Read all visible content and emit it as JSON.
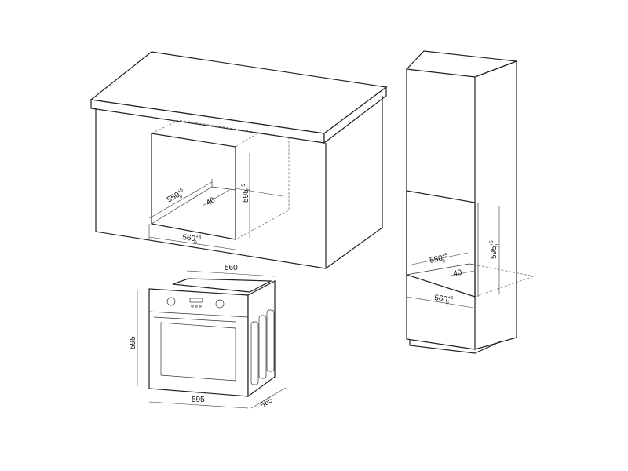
{
  "built_in_cabinet": {
    "depth": {
      "value": "550",
      "tol_upper": "+5",
      "tol_lower": "0"
    },
    "gap": {
      "value": "40"
    },
    "height": {
      "value": "595",
      "tol_upper": "+5",
      "tol_lower": "0"
    },
    "width": {
      "value": "560",
      "tol_upper": "+8",
      "tol_lower": "0"
    }
  },
  "tall_cabinet": {
    "depth": {
      "value": "550",
      "tol_upper": "+5",
      "tol_lower": "0"
    },
    "gap": {
      "value": "40"
    },
    "height": {
      "value": "595",
      "tol_upper": "+5",
      "tol_lower": "0"
    },
    "width": {
      "value": "560",
      "tol_upper": "+5",
      "tol_lower": "0"
    }
  },
  "oven": {
    "top_width": "560",
    "height": "595",
    "front_width": "595",
    "depth": "565"
  }
}
